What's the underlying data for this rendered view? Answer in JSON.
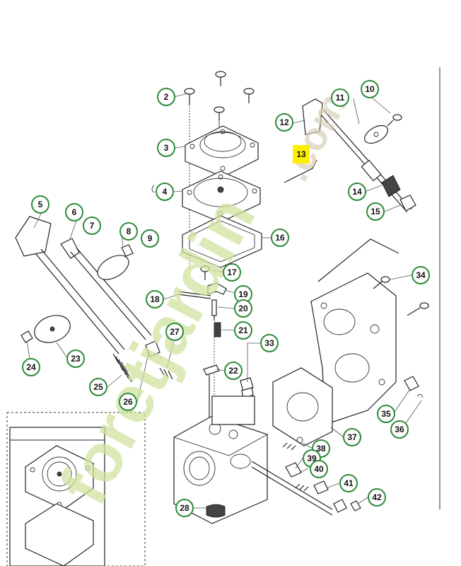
{
  "diagram": {
    "highlight_label": "13",
    "callouts": [
      {
        "id": "c2",
        "label": "2"
      },
      {
        "id": "c3",
        "label": "3"
      },
      {
        "id": "c4",
        "label": "4"
      },
      {
        "id": "c5",
        "label": "5"
      },
      {
        "id": "c6",
        "label": "6"
      },
      {
        "id": "c7",
        "label": "7"
      },
      {
        "id": "c8",
        "label": "8"
      },
      {
        "id": "c9",
        "label": "9"
      },
      {
        "id": "c10",
        "label": "10"
      },
      {
        "id": "c11",
        "label": "11"
      },
      {
        "id": "c12",
        "label": "12"
      },
      {
        "id": "c14",
        "label": "14"
      },
      {
        "id": "c15",
        "label": "15"
      },
      {
        "id": "c16",
        "label": "16"
      },
      {
        "id": "c17",
        "label": "17"
      },
      {
        "id": "c18",
        "label": "18"
      },
      {
        "id": "c19",
        "label": "19"
      },
      {
        "id": "c20",
        "label": "20"
      },
      {
        "id": "c21",
        "label": "21"
      },
      {
        "id": "c22",
        "label": "22"
      },
      {
        "id": "c23",
        "label": "23"
      },
      {
        "id": "c24",
        "label": "24"
      },
      {
        "id": "c25",
        "label": "25"
      },
      {
        "id": "c26",
        "label": "26"
      },
      {
        "id": "c27",
        "label": "27"
      },
      {
        "id": "c28",
        "label": "28"
      },
      {
        "id": "c33",
        "label": "33"
      },
      {
        "id": "c34",
        "label": "34"
      },
      {
        "id": "c35",
        "label": "35"
      },
      {
        "id": "c36",
        "label": "36"
      },
      {
        "id": "c37",
        "label": "37"
      },
      {
        "id": "c38",
        "label": "38"
      },
      {
        "id": "c39",
        "label": "39"
      },
      {
        "id": "c40",
        "label": "40"
      },
      {
        "id": "c41",
        "label": "41"
      },
      {
        "id": "c42",
        "label": "42"
      }
    ]
  },
  "watermark": {
    "main": "foretjardin",
    "domain": ".com"
  },
  "colors": {
    "callout_ring": "#2e8b3a",
    "highlight": "#ffee00",
    "watermark": "#cfe3a0"
  }
}
